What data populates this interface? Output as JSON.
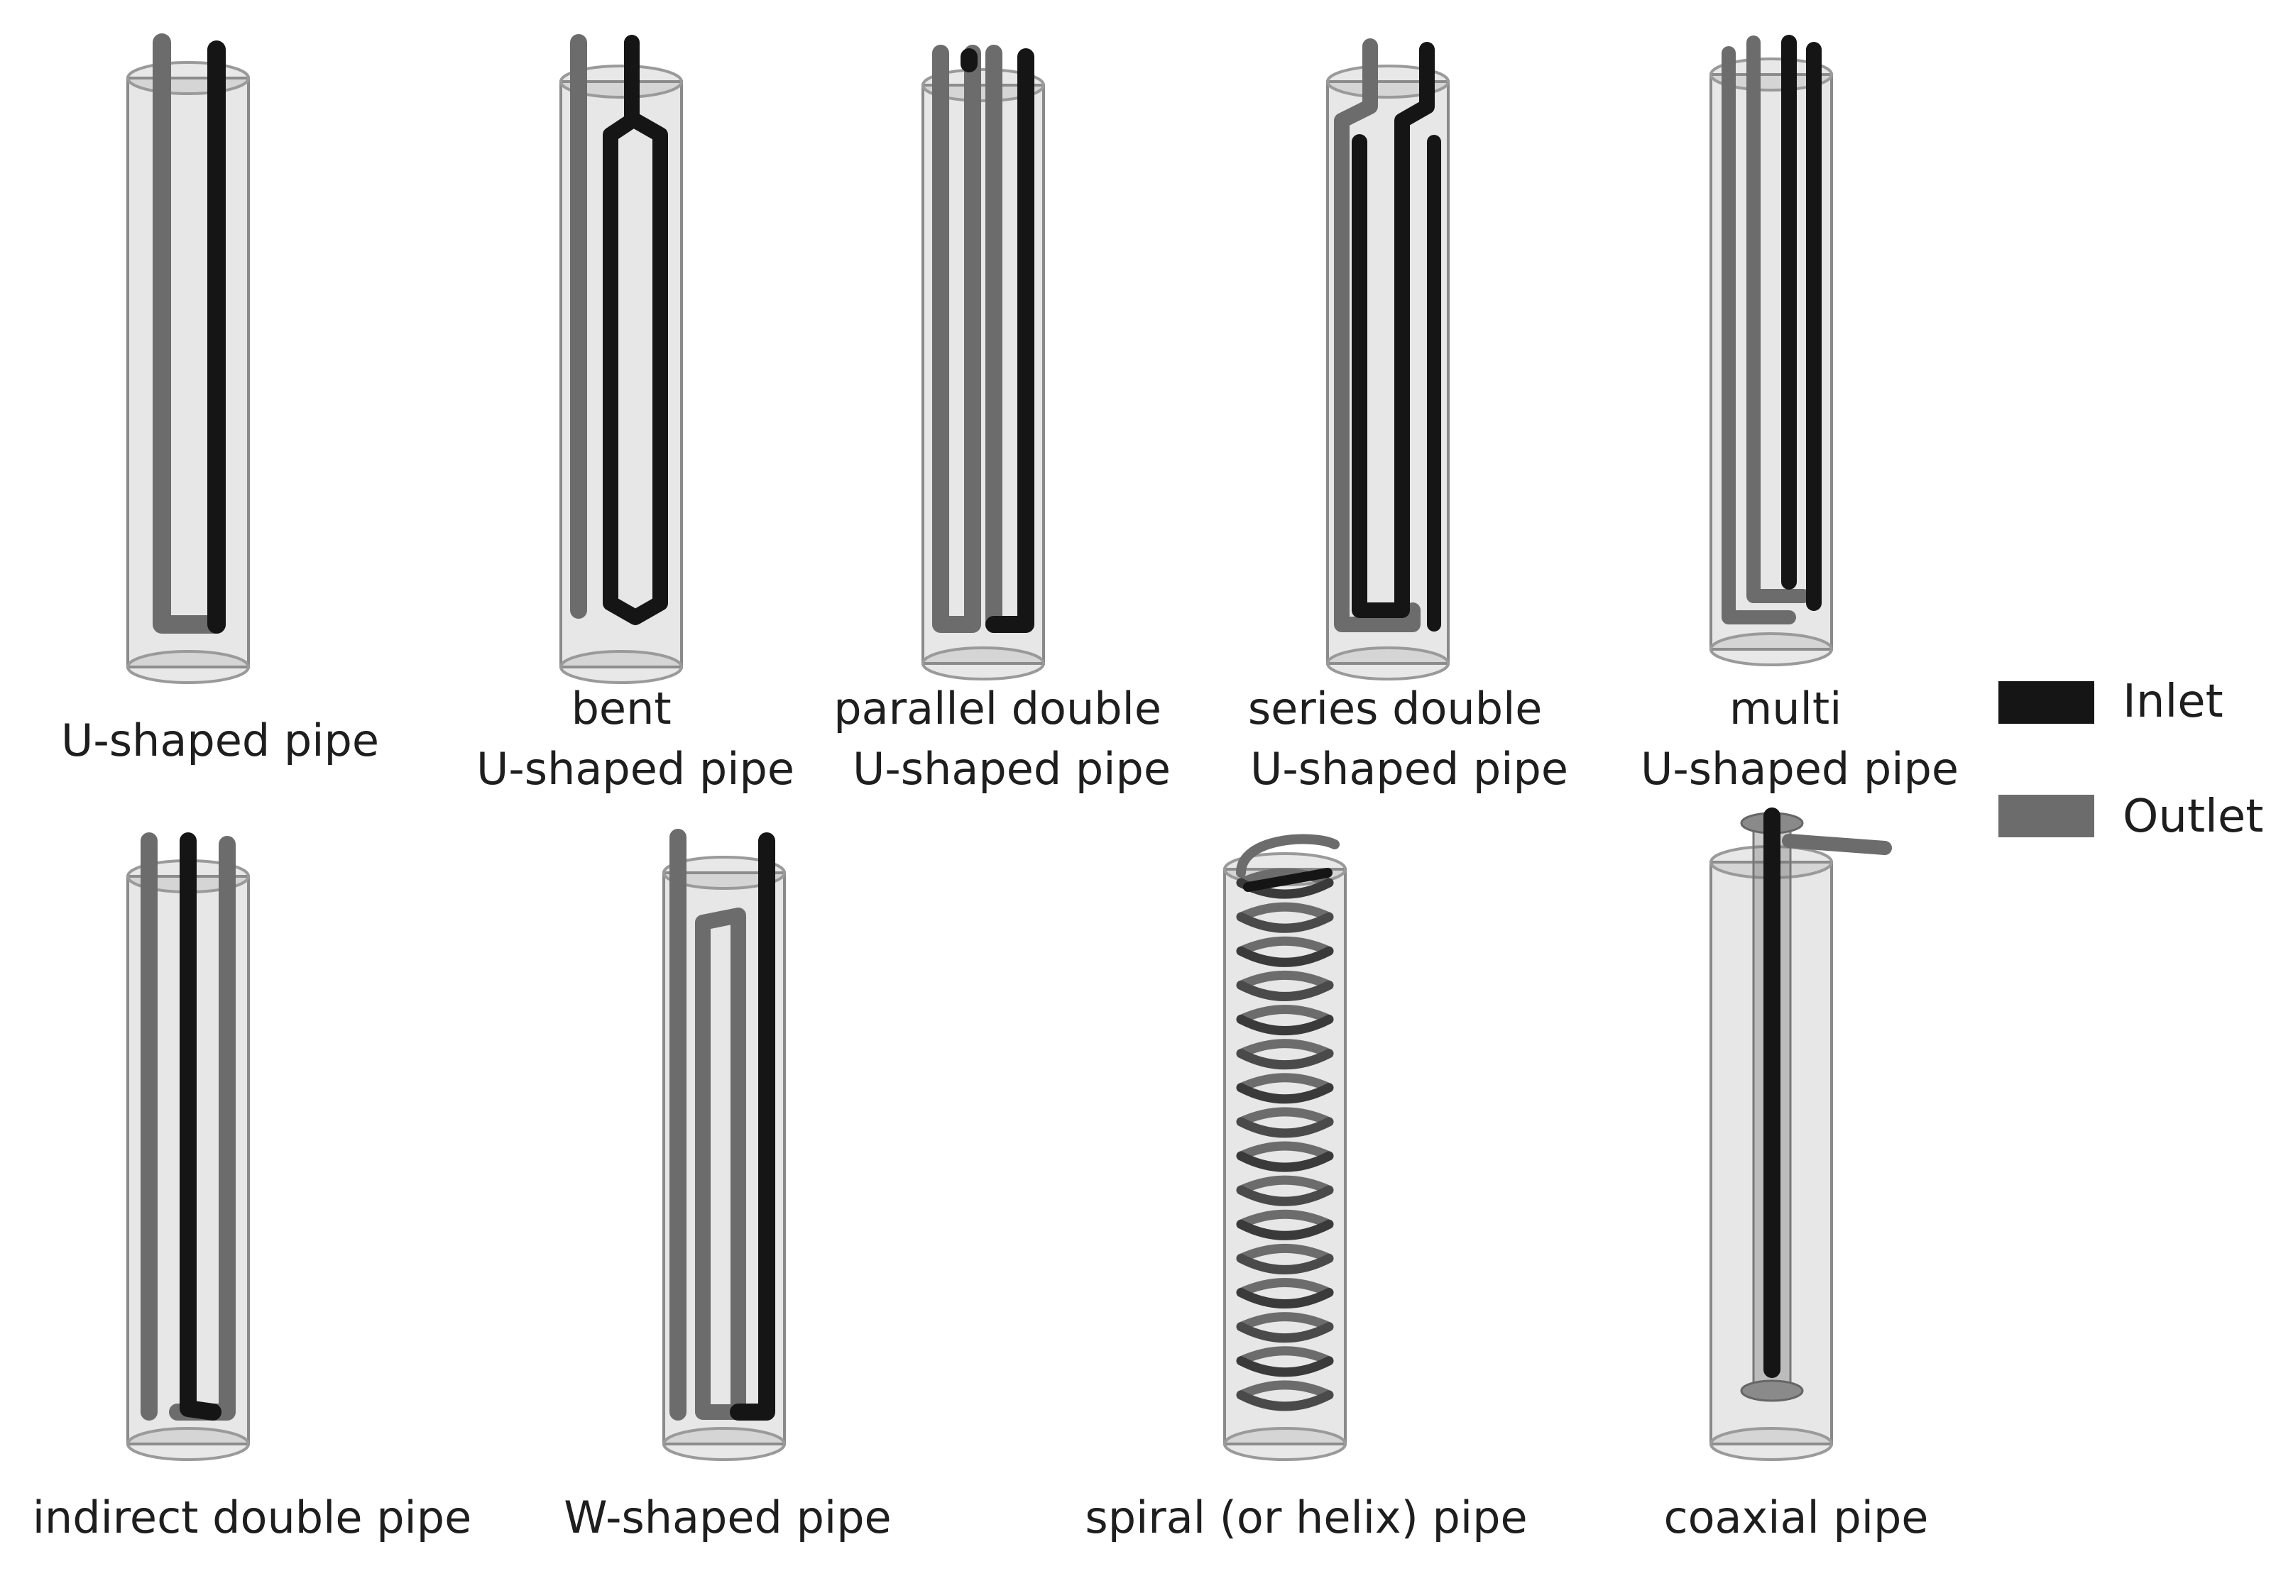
{
  "colors": {
    "inlet": "#151515",
    "outlet": "#6c6c6c",
    "shell_stroke": "#8a8a8a"
  },
  "legend": {
    "inlet_label": "Inlet",
    "outlet_label": "Outlet"
  },
  "pipes": {
    "u_shaped": {
      "label_lines": [
        "U-shaped pipe"
      ]
    },
    "bent_u": {
      "label_lines": [
        "bent",
        "U-shaped pipe"
      ]
    },
    "parallel_double_u": {
      "label_lines": [
        "parallel double",
        "U-shaped pipe"
      ]
    },
    "series_double_u": {
      "label_lines": [
        "series double",
        "U-shaped pipe"
      ]
    },
    "multi_u": {
      "label_lines": [
        "multi",
        "U-shaped pipe"
      ]
    },
    "indirect_double": {
      "label_lines": [
        "indirect double pipe"
      ]
    },
    "w_shaped": {
      "label_lines": [
        "W-shaped pipe"
      ]
    },
    "spiral": {
      "label_lines": [
        "spiral (or helix) pipe"
      ]
    },
    "coaxial": {
      "label_lines": [
        "coaxial pipe"
      ]
    }
  }
}
